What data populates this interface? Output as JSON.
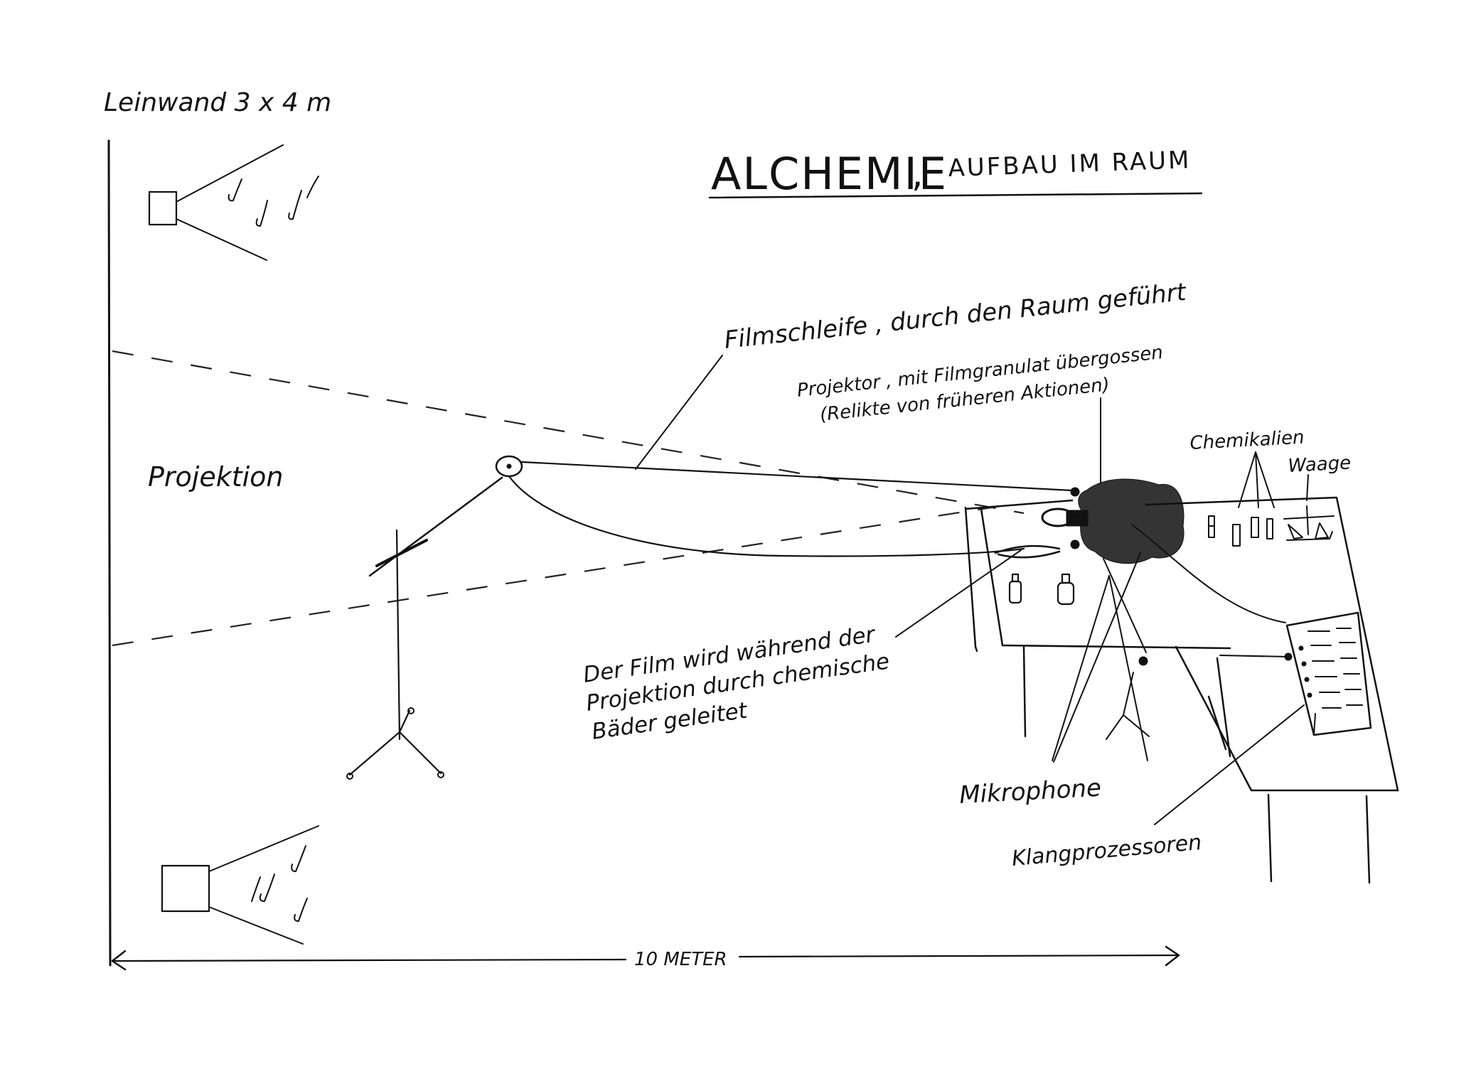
{
  "title": {
    "main": "ALCHEMIE",
    "separator": ",",
    "sub": "AUFBAU IM RAUM"
  },
  "labels": {
    "screen": "Leinwand 3 x 4 m",
    "projection": "Projektion",
    "film_loop": "Filmschleife , durch den Raum geführt",
    "projector_line1": "Projektor , mit Filmgranulat übergossen",
    "projector_line2": "(Relikte von früheren Aktionen)",
    "chemicals": "Chemikalien",
    "scale": "Waage",
    "baths_line1": "Der Film wird während der",
    "baths_line2": "Projektion durch chemische",
    "baths_line3": "Bäder geleitet",
    "microphones": "Mikrophone",
    "processors": "Klangprozessoren",
    "dimension": "10 METER"
  },
  "colors": {
    "ink": "#111111",
    "paper": "#ffffff"
  }
}
